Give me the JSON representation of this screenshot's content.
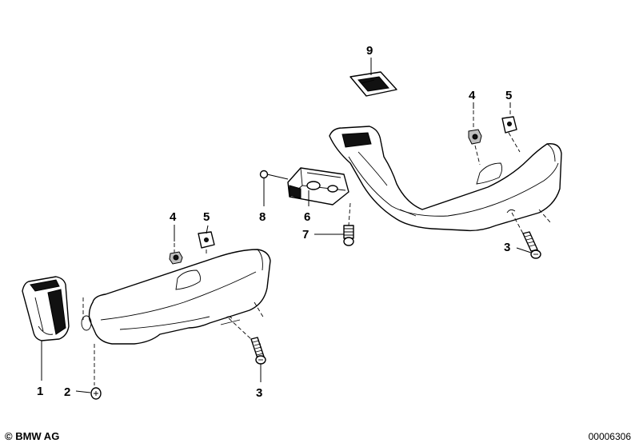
{
  "diagram": {
    "callouts": [
      {
        "id": "c1",
        "label": "1"
      },
      {
        "id": "c2",
        "label": "2"
      },
      {
        "id": "c3a",
        "label": "3"
      },
      {
        "id": "c3b",
        "label": "3"
      },
      {
        "id": "c4a",
        "label": "4"
      },
      {
        "id": "c4b",
        "label": "4"
      },
      {
        "id": "c5a",
        "label": "5"
      },
      {
        "id": "c5b",
        "label": "5"
      },
      {
        "id": "c6",
        "label": "6"
      },
      {
        "id": "c7",
        "label": "7"
      },
      {
        "id": "c8",
        "label": "8"
      },
      {
        "id": "c9",
        "label": "9"
      }
    ]
  },
  "footer": {
    "copyright": "© BMW AG",
    "drawing_number": "00006306"
  }
}
